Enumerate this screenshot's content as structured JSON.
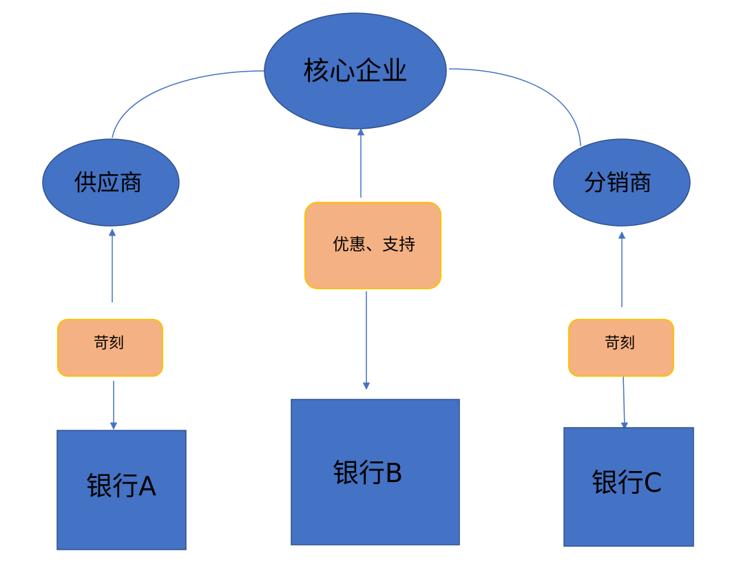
{
  "colors": {
    "shape_fill": "#4472c4",
    "shape_stroke": "#2f528f",
    "note_fill": "#f4b183",
    "note_stroke": "#ffc000",
    "connector": "#4472c4",
    "text": "#000000"
  },
  "nodes": {
    "core": {
      "label": "核心企业",
      "shape": "ellipse"
    },
    "supplier": {
      "label": "供应商",
      "shape": "ellipse"
    },
    "distributor": {
      "label": "分销商",
      "shape": "ellipse"
    },
    "note_center": {
      "label": "优惠、支持",
      "shape": "rounded-rect"
    },
    "note_left": {
      "label": "苛刻",
      "shape": "rounded-rect"
    },
    "note_right": {
      "label": "苛刻",
      "shape": "rounded-rect"
    },
    "bank_a": {
      "label": "银行A",
      "shape": "rect"
    },
    "bank_b": {
      "label": "银行B",
      "shape": "rect"
    },
    "bank_c": {
      "label": "银行C",
      "shape": "rect"
    }
  },
  "edges": [
    {
      "from": "supplier",
      "to": "core",
      "style": "curve"
    },
    {
      "from": "core",
      "to": "distributor",
      "style": "curve"
    },
    {
      "from": "note_left",
      "to": "supplier",
      "style": "arrow"
    },
    {
      "from": "note_left",
      "to": "bank_a",
      "style": "arrow"
    },
    {
      "from": "note_center",
      "to": "core",
      "style": "arrow"
    },
    {
      "from": "note_center",
      "to": "bank_b",
      "style": "arrow"
    },
    {
      "from": "note_right",
      "to": "distributor",
      "style": "arrow"
    },
    {
      "from": "note_right",
      "to": "bank_c",
      "style": "arrow"
    }
  ]
}
